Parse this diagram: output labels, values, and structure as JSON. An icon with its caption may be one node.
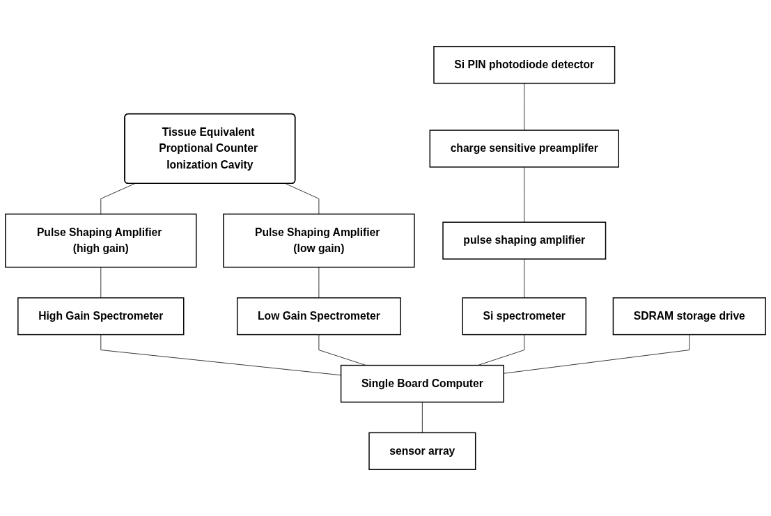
{
  "diagram": {
    "nodes": [
      {
        "text": [
          "Tissue Equivalent Proptional Counter Ionization Cavity"
        ]
      },
      {
        "text": [
          "Si PIN photodiode detector"
        ]
      },
      {
        "text": [
          "charge sensitive preamplifer"
        ]
      },
      {
        "text": [
          "Pulse Shaping Amplifier (high gain)"
        ]
      },
      {
        "text": [
          "Pulse Shaping Amplifier (low gain)"
        ]
      },
      {
        "text": [
          "pulse shaping amplifier"
        ]
      },
      {
        "text": [
          "High Gain Spectrometer"
        ]
      },
      {
        "text": [
          "Low Gain Spectrometer"
        ]
      },
      {
        "text": [
          "Si spectrometer"
        ]
      },
      {
        "text": [
          "SDRAM storage drive"
        ]
      },
      {
        "text": [
          "Single Board Computer"
        ]
      },
      {
        "text": [
          "sensor array"
        ]
      }
    ],
    "edges": [
      {
        "from": 0,
        "to": 3,
        "arrow": "none"
      },
      {
        "from": 0,
        "to": 4,
        "arrow": "none"
      },
      {
        "from": 1,
        "to": 2,
        "arrow": "none"
      },
      {
        "from": 2,
        "to": 5,
        "arrow": "none"
      },
      {
        "from": 3,
        "to": 6,
        "arrow": "none"
      },
      {
        "from": 4,
        "to": 7,
        "arrow": "none"
      },
      {
        "from": 5,
        "to": 8,
        "arrow": "none"
      },
      {
        "from": 6,
        "to": 10,
        "arrow": "none"
      },
      {
        "from": 7,
        "to": 10,
        "arrow": "none"
      },
      {
        "from": 8,
        "to": 10,
        "arrow": "none"
      },
      {
        "from": 9,
        "to": 10,
        "arrow": "none"
      },
      {
        "from": 10,
        "to": 11,
        "arrow": "none"
      }
    ]
  }
}
